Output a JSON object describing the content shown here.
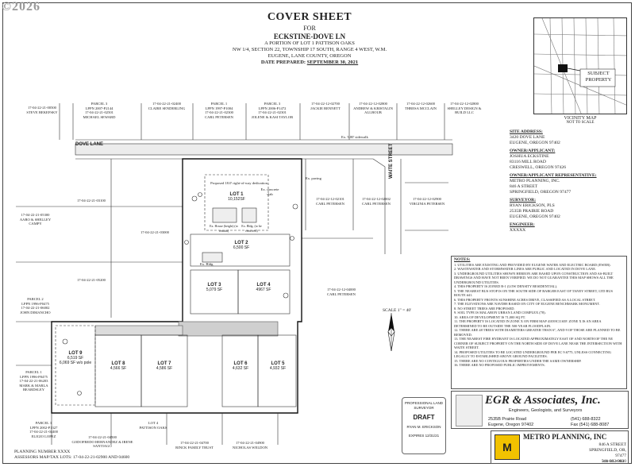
{
  "watermark": "©2026",
  "title": {
    "heading": "COVER SHEET",
    "for": "FOR",
    "project": "ECKSTINE-DOVE LN",
    "line1": "A PORTION OF LOT 1 PATTISON OAKS",
    "line2": "NW 1/4, SECTION 22, TOWNSHIP 17 SOUTH, RANGE 4 WEST, W.M.",
    "line3": "EUGENE, LANE COUNTY, OREGON",
    "date_label": "DATE PREPARED:",
    "date_value": "SEPTEMBER 30, 2021"
  },
  "vicinity": {
    "subject": "SUBJECT\nPROPERTY",
    "label": "VICINITY MAP",
    "scale": "NOT TO SCALE"
  },
  "info": {
    "site_h": "SITE ADDRESS:",
    "site": [
      "3420 DOVE LANE",
      "EUGENE, OREGON 97402"
    ],
    "owner_h": "OWNER/APPLICANT:",
    "owner": [
      "JOSHUA ECKSTINE",
      "83116 MILL ROAD",
      "CRESWELL, OREGON 97426"
    ],
    "rep_h": "OWNER/APPLICANT REPRESENTATIVE:",
    "rep": [
      "METRO PLANNING, INC.",
      "846 A STREET",
      "SPRINGFIELD, OREGON 97477"
    ],
    "surveyor_h": "SURVEYOR:",
    "surveyor": [
      "RYAN ERICKSON, PLS",
      "2535B PRAIRIE ROAD",
      "EUGENE, OREGON 97402"
    ],
    "engineer_h": "ENGINEER:",
    "engineer": [
      "XXXXX"
    ]
  },
  "notes": {
    "heading": "NOTES:",
    "items": [
      "1. UTILITIES ARE EXISTING AND PROVIDED BY EUGENE WATER AND ELECTRIC BOARD (EWEB).",
      "2. WASTEWATER AND STORMWATER LINES ARE PUBLIC AND LOCATED IN DOVE LANE.",
      "3. UNDERGROUND UTILITIES SHOWN HEREON ARE BASED UPON CONSTRUCTION AND AS-BUILT DRAWINGS AND HAVE NOT BEEN VERIFIED. WE DO NOT GUARANTEE THIS MAP SHOWS ALL THE UNDERGROUND UTILITIES.",
      "4. THIS PROPERTY IS ZONED R-1 (LOW DENSITY RESIDENTIAL).",
      "5. THE NEAREST BUS STOP IS ON THE SOUTH SIDE OF BARGER EAST OF TANEY STREET, LTD BUS ROUTE #41.",
      "6. THIS PROPERTY FRONTS SUNSHINE ACRES DRIVE, CLASSIFIED AS A LOCAL STREET.",
      "7. THE ELEVATIONS ARE NAVD88 BASED ON CITY OF EUGENE BENCHMARK MONUMENT.",
      "8. NO STREET TREES ARE PROPOSED.",
      "9. SOIL TYPE IS MALABON URBAN LAND COMPLEX (78).",
      "10. AREA OF DEVELOPMENT IS 71,000 SQ FT.",
      "11. THE PROPERTY IS LOCATED IN ZONE X ON FIRM MAP 41039C1165F. ZONE X IS AN AREA DETERMINED TO BE OUTSIDE THE 500-YEAR FLOODPLAIN.",
      "12. THERE ARE 48 TREES WITH DIAMETERS GREATER THAN 6\", AND 9 OF THOSE ARE PLANNED TO BE REMOVED.",
      "13. THE NEAREST FIRE HYDRANT IS LOCATED APPROXIMATELY EAST OF AND NORTH OF THE NE CORNER OF SUBJECT PROPERTY ON THE NORTH SIDE OF DOVE LANE NEAR THE INTERSECTION WITH WAITE STREET.",
      "14. PROPOSED UTILITIES TO BE LOCATED UNDERGROUND PER EC 9.6775, UNLESS CONNECTING LEGALLY TO ESTABLISHED ABOVE GROUND FACILITIES.",
      "15. THERE ARE NO CONTIGUOUS PROPERTIES UNDER THE SAME OWNERSHIP.",
      "16. THERE ARE NO PROPOSED PUBLIC IMPROVEMENTS."
    ]
  },
  "egr": {
    "name": "EGR & Associates, Inc.",
    "tagline": "Engineers, Geologists, and Surveyors",
    "addr": "2535B Prairie Road",
    "phone": "(541) 688-8322",
    "city": "Eugene, Oregon 97402",
    "fax": "Fax (541) 688-8087"
  },
  "stamp": {
    "top": "PROFESSIONAL LAND SURVEYOR",
    "draft": "DRAFT",
    "bottom": "RYAN M. ERICKSON",
    "exp": "EXPIRES 12/31/21"
  },
  "metro": {
    "name": "METRO PLANNING, INC",
    "addr": "846 A STREET",
    "city": "SPRINGFIELD, OR, 97477",
    "phone": "541-302-9830",
    "job": "JOB NO. 21-022"
  },
  "bottom": {
    "planning": "PLANNING NUMBER XXXX",
    "assessor": "ASSESSORS MAP/TAX LOTS: 17-04-22-21-02900 AND 04600"
  },
  "streets": {
    "dove": "DOVE LANE",
    "waite": "WAITE STREET",
    "sidewalk": "Ex. 5.00' sidewalk"
  },
  "scale": "SCALE 1\" = 40'",
  "lots": [
    {
      "name": "LOT 1",
      "area": "10,152SF"
    },
    {
      "name": "LOT 2",
      "area": "6,500 SF"
    },
    {
      "name": "LOT 3",
      "area": "5,079 SF"
    },
    {
      "name": "LOT 4",
      "area": "4967 SF"
    },
    {
      "name": "LOT 5",
      "area": "4,932 SF"
    },
    {
      "name": "LOT 6",
      "area": "4,632 SF"
    },
    {
      "name": "LOT 7",
      "area": "4,586 SF"
    },
    {
      "name": "LOT 8",
      "area": "4,566 SF"
    },
    {
      "name": "LOT 9",
      "area": "6,519 SF",
      "note": "6,069 SF w/o pole"
    }
  ],
  "parcels_top": [
    {
      "id": "17-04-22-21-00500",
      "owner": "STEVE BEKEFSKY"
    },
    {
      "id": "PARCEL 3\nLPPN 2007-P2144\n17-04-22-21-02501",
      "owner": "MICHAEL SEWARD"
    },
    {
      "id": "17-04-22-21-02400",
      "owner": "CLAIRE SENDERLING"
    },
    {
      "id": "PARCEL 1\nLPPN 1997-P1004\n17-04-22-21-02300",
      "owner": "CARL PETERSEN"
    },
    {
      "id": "PARCEL 3\nLPPN 2006-P1472\n17-04-22-21-02301",
      "owner": "JOLENE & KASI TAYLOR"
    },
    {
      "id": "17-04-22-12-02700",
      "owner": "JACKIE BENNETT"
    },
    {
      "id": "17-04-22-12-02800",
      "owner": "ANDREW & KRISTALIN ALLBOUB"
    },
    {
      "id": "17-04-22-12-02600",
      "owner": "THRESA MCCLAIN"
    },
    {
      "id": "17-04-22-12-02800",
      "owner": "SHELLEY DESIGN & BUILD LLC"
    }
  ],
  "parcels_mid": [
    {
      "id": "17-04-22-12-02101",
      "owner": "CARL PETERSEN"
    },
    {
      "id": "17-04-22-12-02002",
      "owner": "CARL PETERSEN"
    },
    {
      "id": "17-04-22-12-02900",
      "owner": "VIRGINIA PETERSEN"
    },
    {
      "id": "17-04-22-21-03100",
      "owner": ""
    },
    {
      "id": "17-04-22-21-03000",
      "owner": ""
    },
    {
      "id": "17-04-22-21-05200",
      "owner": ""
    },
    {
      "id": "17-04-22-12-04000",
      "owner": "CARL PETERSEN"
    }
  ],
  "parcels_left": [
    {
      "id": "17-04-22-21-05300",
      "owner": "AARO & SHELLEY CAMPY"
    },
    {
      "id": "PARCEL 2\nLPPN 1996-P0475\n17-04-22-21-06002",
      "owner": "JOHN DIMANCHO"
    },
    {
      "id": "PARCEL 1\nLPPN 1996-P0475\n17-04-22-21-06203",
      "owner": "MARK & MARLA BEARDSLEY"
    }
  ],
  "parcels_bottom": [
    {
      "id": "PARCEL 1\nLPPN 2002-P1327\n17-04-22-21-04400",
      "owner": "ELIGIO LOPEZ"
    },
    {
      "id": "17-04-22-21-04500",
      "owner": "GODOFREDO HERNANDEZ & IRENE SANTIAGO"
    },
    {
      "id": "LOT 4\nPATTISON OAKS",
      "owner": ""
    },
    {
      "id": "17-04-22-21-04700",
      "owner": "RINCK FAMILY TRUST"
    },
    {
      "id": "17-04-22-21-04900",
      "owner": "NICHOLAS WELDON"
    }
  ],
  "site_labels": {
    "house": "Ex. House (height) (to remain)",
    "bldg": "Ex. Bldg. (to be removed)",
    "bldg2": "Ex. Bldg.",
    "dedication": "Proposed 18.0' right-of-way dedication",
    "paving": "Ex. paving",
    "concrete": "Ex. concrete slab"
  },
  "colors": {
    "line": "#333333",
    "shade": "#bdbdbd",
    "road": "#e6e6e6"
  }
}
